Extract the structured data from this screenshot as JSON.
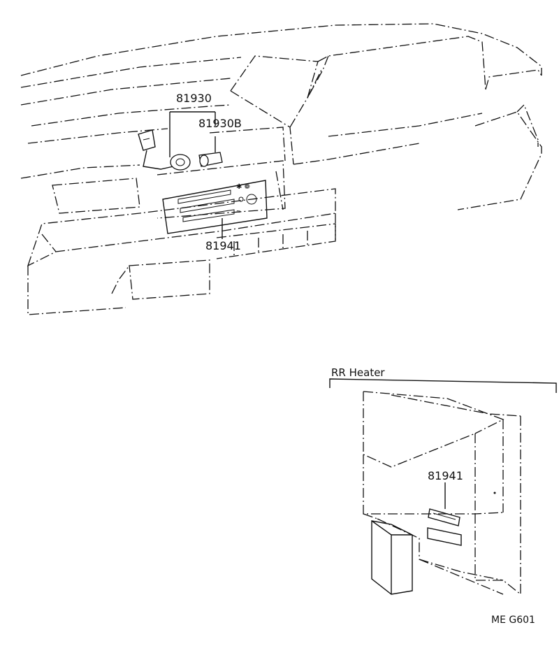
{
  "callouts": {
    "part_81930": "81930",
    "part_81930b": "81930B",
    "part_81941_dash": "81941",
    "part_81941_rr": "81941"
  },
  "section_label": "RR Heater",
  "figure_code": "ME  G601"
}
